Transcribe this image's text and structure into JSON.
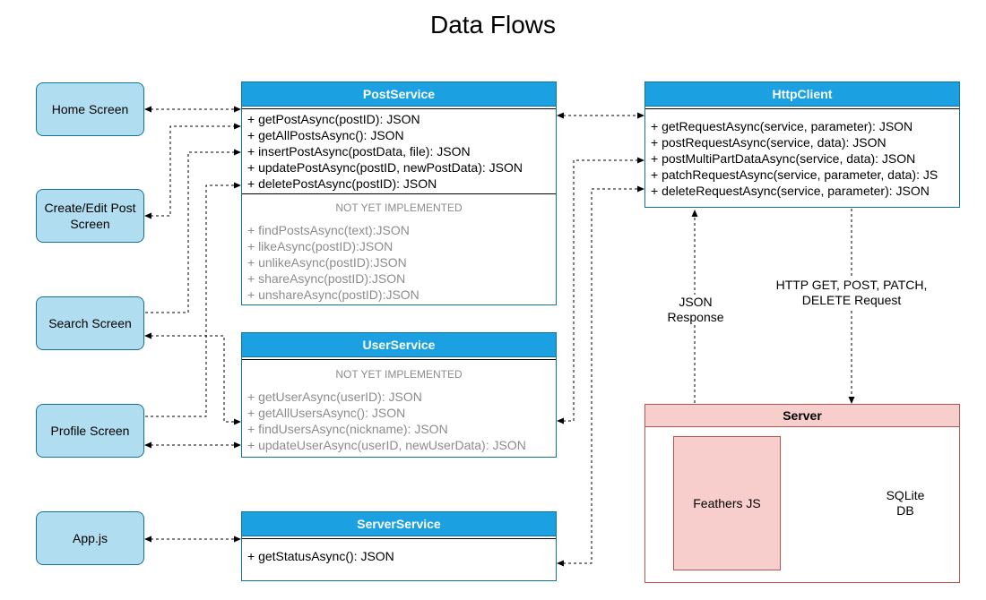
{
  "title": "Data Flows",
  "screens": {
    "home": "Home Screen",
    "create_edit": "Create/Edit Post Screen",
    "search": "Search Screen",
    "profile": "Profile Screen",
    "app": "App.js"
  },
  "post_service": {
    "title": "PostService",
    "methods": [
      "+ getPostAsync(postID): JSON",
      "+ getAllPostsAsync(): JSON",
      "+ insertPostAsync(postData, file): JSON",
      "+ updatePostAsync(postID, newPostData): JSON",
      "+ deletePostAsync(postID): JSON"
    ],
    "not_implemented_label": "NOT YET IMPLEMENTED",
    "not_implemented": [
      "+ findPostsAsync(text):JSON",
      "+ likeAsync(postID):JSON",
      "+ unlikeAsync(postID):JSON",
      "+ shareAsync(postID):JSON",
      "+ unshareAsync(postID):JSON"
    ]
  },
  "user_service": {
    "title": "UserService",
    "not_implemented_label": "NOT YET IMPLEMENTED",
    "not_implemented": [
      "+ getUserAsync(userID): JSON",
      "+ getAllUsersAsync(): JSON",
      "+ findUsersAsync(nickname): JSON",
      "+ updateUserAsync(userID, newUserData): JSON"
    ]
  },
  "server_service": {
    "title": "ServerService",
    "methods": [
      "+ getStatusAsync(): JSON"
    ]
  },
  "http_client": {
    "title": "HttpClient",
    "methods": [
      "+ getRequestAsync(service, parameter): JSON",
      "+ postRequestAsync(service, data): JSON",
      "+ postMultiPartDataAsync(service, data): JSON",
      "+ patchRequestAsync(service, parameter, data): JS",
      "+ deleteRequestAsync(service, parameter): JSON"
    ]
  },
  "server": {
    "title": "Server",
    "feathers": "Feathers JS",
    "db": "SQLite DB"
  },
  "edge_labels": {
    "response": "JSON Response",
    "request": "HTTP GET, POST, PATCH, DELETE Request"
  },
  "colors": {
    "screen_fill": "#b1ddf0",
    "screen_stroke": "#10739e",
    "class_header": "#1ba1e2",
    "server_fill": "#f8cecc",
    "server_stroke": "#b85450",
    "db_fill": "#ffe6cc",
    "db_stroke": "#d79b00"
  }
}
